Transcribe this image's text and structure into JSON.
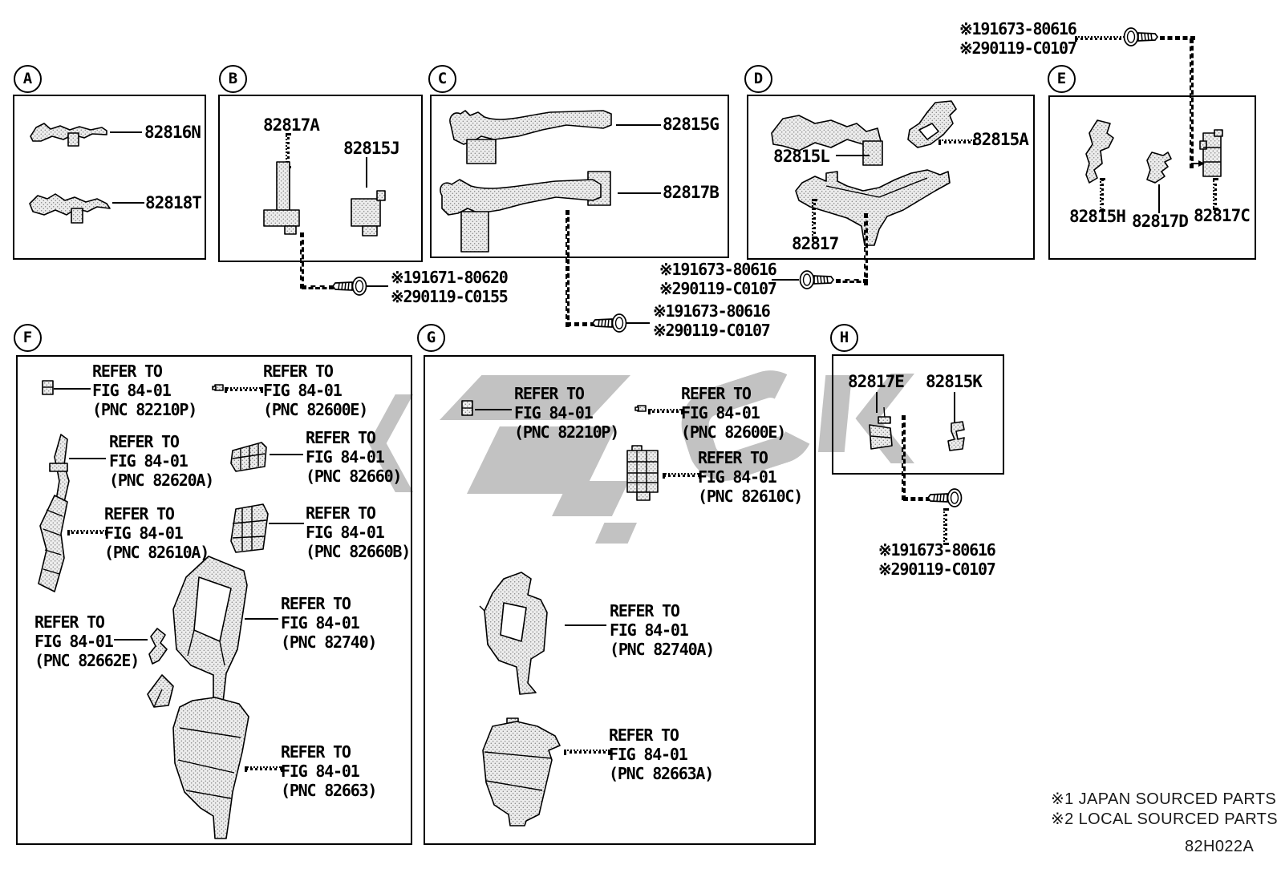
{
  "sections": {
    "a": {
      "letter": "A",
      "parts": {
        "p0": "82816N",
        "p1": "82818T"
      }
    },
    "b": {
      "letter": "B",
      "parts": {
        "p0": "82817A",
        "p1": "82815J"
      }
    },
    "c": {
      "letter": "C",
      "parts": {
        "p0": "82815G",
        "p1": "82817B"
      }
    },
    "d": {
      "letter": "D",
      "parts": {
        "p0": "82815L",
        "p1": "82815A",
        "p2": "82817"
      }
    },
    "e": {
      "letter": "E",
      "parts": {
        "p0": "82815H",
        "p1": "82817D",
        "p2": "82817C"
      }
    },
    "f": {
      "letter": "F"
    },
    "g": {
      "letter": "G"
    },
    "h": {
      "letter": "H",
      "parts": {
        "p0": "82817E",
        "p1": "82815K"
      }
    }
  },
  "fasteners": {
    "top_right": {
      "l1": "※191673-80616",
      "l2": "※290119-C0107"
    },
    "b": {
      "l1": "※191671-80620",
      "l2": "※290119-C0155"
    },
    "d": {
      "l1": "※191673-80616",
      "l2": "※290119-C0107"
    },
    "c": {
      "l1": "※191673-80616",
      "l2": "※290119-C0107"
    },
    "h": {
      "l1": "※191673-80616",
      "l2": "※290119-C0107"
    }
  },
  "refer_f": [
    {
      "l1": "REFER TO",
      "l2": "FIG 84-01",
      "l3": "(PNC 82210P)"
    },
    {
      "l1": "REFER TO",
      "l2": "FIG 84-01",
      "l3": "(PNC 82600E)"
    },
    {
      "l1": "REFER TO",
      "l2": "FIG 84-01",
      "l3": "(PNC 82620A)"
    },
    {
      "l1": "REFER TO",
      "l2": "FIG 84-01",
      "l3": "(PNC 82660)"
    },
    {
      "l1": "REFER TO",
      "l2": "FIG 84-01",
      "l3": "(PNC 82610A)"
    },
    {
      "l1": "REFER TO",
      "l2": "FIG 84-01",
      "l3": "(PNC 82660B)"
    },
    {
      "l1": "REFER TO",
      "l2": "FIG 84-01",
      "l3": "(PNC 82662E)"
    },
    {
      "l1": "REFER TO",
      "l2": "FIG 84-01",
      "l3": "(PNC 82740)"
    },
    {
      "l1": "REFER TO",
      "l2": "FIG 84-01",
      "l3": "(PNC 82663)"
    }
  ],
  "refer_g": [
    {
      "l1": "REFER TO",
      "l2": "FIG 84-01",
      "l3": "(PNC 82210P)"
    },
    {
      "l1": "REFER TO",
      "l2": "FIG 84-01",
      "l3": "(PNC 82600E)"
    },
    {
      "l1": "REFER TO",
      "l2": "FIG 84-01",
      "l3": "(PNC 82610C)"
    },
    {
      "l1": "REFER TO",
      "l2": "FIG 84-01",
      "l3": "(PNC 82740A)"
    },
    {
      "l1": "REFER TO",
      "l2": "FIG 84-01",
      "l3": "(PNC 82663A)"
    }
  ],
  "legend": {
    "note1": "※1 JAPAN SOURCED PARTS",
    "note2": "※2 LOCAL SOURCED PARTS",
    "code": "82H022A"
  }
}
